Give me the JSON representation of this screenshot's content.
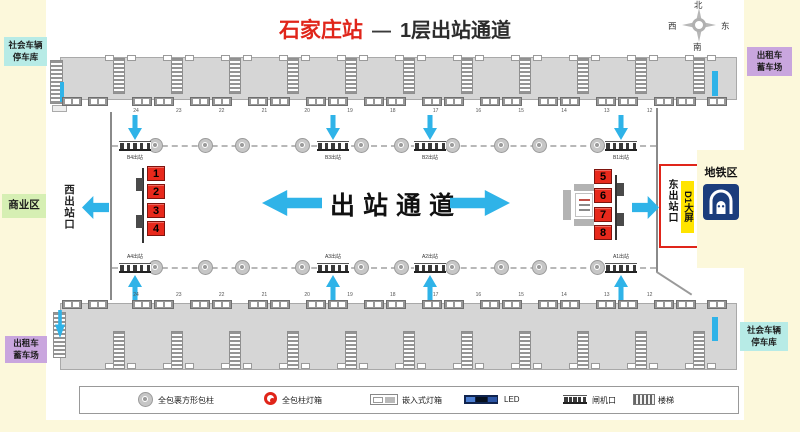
{
  "title": {
    "station": "石家庄站",
    "dash": "—",
    "floor": "1层出站通道"
  },
  "compass": {
    "north": "北",
    "south": "南",
    "west": "西",
    "east": "东"
  },
  "areas": {
    "top_left_line1": "社会车辆",
    "top_left_line2": "停车库",
    "mid_left": "商业区",
    "bottom_left_line1": "出租车",
    "bottom_left_line2": "蓄车场",
    "top_right_line1": "出租车",
    "top_right_line2": "蓄车场",
    "bottom_right_line1": "社会车辆",
    "bottom_right_line2": "停车库",
    "metro_zone": "地铁区"
  },
  "exits": {
    "west": "西出站口",
    "east": "东出站口",
    "d1_screen": "D1大屏"
  },
  "corridor_label": "出站通道",
  "pillar_lightboxes_left": [
    "1",
    "2",
    "3",
    "4"
  ],
  "pillar_lightboxes_right": [
    "5",
    "6",
    "7",
    "8"
  ],
  "gates_top": [
    "B4出站",
    "B3出站",
    "B2出站",
    "B1出站"
  ],
  "gates_bottom": [
    "A4出站",
    "A3出站",
    "A2出站",
    "A1出站"
  ],
  "platform_numbers": [
    "24",
    "23",
    "22",
    "21",
    "20",
    "19",
    "18",
    "17",
    "16",
    "15",
    "14",
    "13",
    "12"
  ],
  "legend": {
    "items": [
      {
        "icon": "wrapped-square-column-icon",
        "label": "全包裹方形包柱"
      },
      {
        "icon": "column-lightbox-icon",
        "label": "全包柱灯箱"
      },
      {
        "icon": "embedded-lightbox-icon",
        "label": "嵌入式灯箱"
      },
      {
        "icon": "led-icon",
        "label": "LED"
      },
      {
        "icon": "gate-icon",
        "label": "闸机口"
      },
      {
        "icon": "stairs-icon",
        "label": "楼梯"
      }
    ]
  },
  "colors": {
    "accent_red": "#E0251A",
    "lightbox_red": "#E8291C",
    "arrow_blue": "#2FB3E8",
    "metro_navy": "#1B3D7C",
    "d1_yellow": "#FFE400",
    "parking_cyan": "#B7EBE6",
    "taxi_purple": "#C9A6DE",
    "business_green": "#D6EFB3",
    "page_cream": "#FCF8DB"
  }
}
